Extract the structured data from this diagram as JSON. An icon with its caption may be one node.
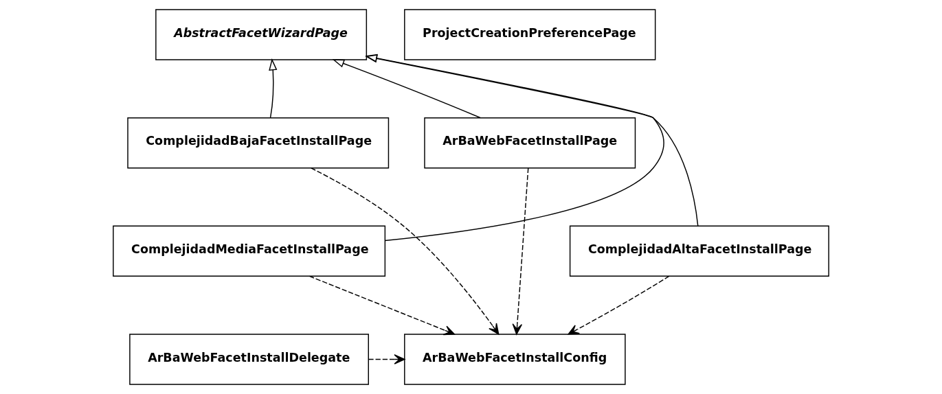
{
  "diagram": {
    "nodes": [
      {
        "text": [
          "ProjectCreationPreferencePage"
        ]
      },
      {
        "text": [
          "AbstractFacetWizardPage"
        ]
      },
      {
        "text": [
          "ArBaWebFacetInstallPage"
        ]
      },
      {
        "text": [
          "ComplejidadBajaFacetInstallPage"
        ]
      },
      {
        "text": [
          "ComplejidadAltaFacetInstallPage"
        ]
      },
      {
        "text": [
          "ComplejidadMediaFacetInstallPage"
        ]
      },
      {
        "text": [
          "ArBaWebFacetInstallConfig"
        ]
      },
      {
        "text": [
          "ArBaWebFacetInstallDelegate"
        ]
      }
    ],
    "edges": [
      {
        "from": 2,
        "to": 1,
        "arrow": "to"
      },
      {
        "from": 4,
        "to": 1,
        "arrow": "to"
      },
      {
        "from": 5,
        "to": 1,
        "arrow": "to"
      },
      {
        "from": 3,
        "to": 1,
        "arrow": "to"
      },
      {
        "from": 2,
        "to": 6,
        "arrow": "to",
        "style": "dashed"
      },
      {
        "from": 4,
        "to": 6,
        "arrow": "to",
        "style": "dashed"
      },
      {
        "from": 5,
        "to": 6,
        "arrow": "to",
        "style": "dashed"
      },
      {
        "from": 3,
        "to": 6,
        "arrow": "to",
        "style": "dashed"
      },
      {
        "from": 7,
        "to": 6,
        "arrow": "to",
        "style": "dashed"
      }
    ]
  }
}
